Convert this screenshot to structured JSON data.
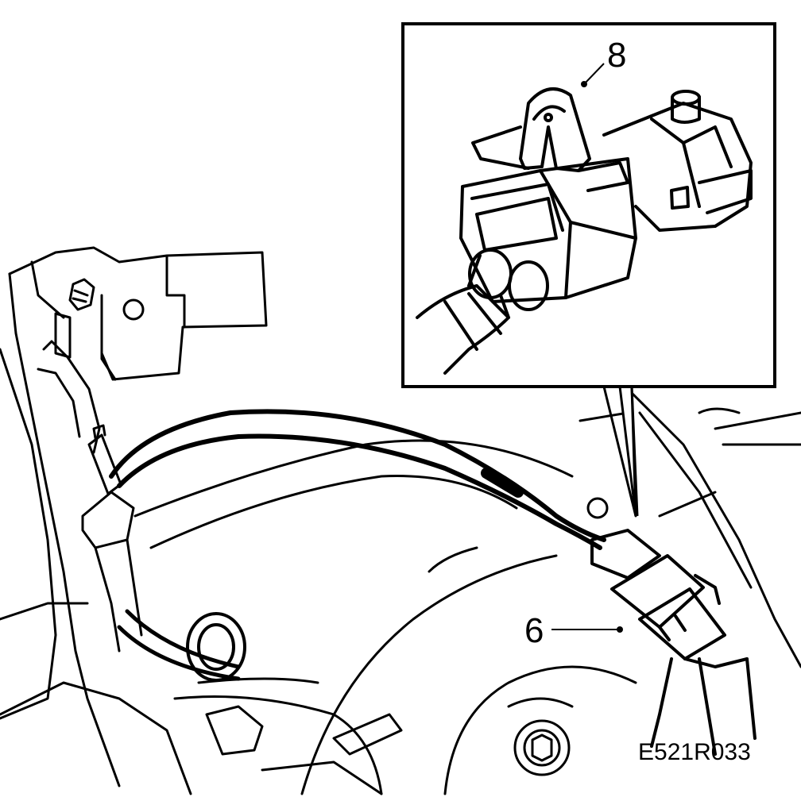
{
  "diagram": {
    "figure_code": "E521R033",
    "callouts": [
      {
        "id": "8",
        "label": "8"
      },
      {
        "id": "6",
        "label": "6"
      }
    ],
    "colors": {
      "ink": "#000000",
      "paper": "#ffffff"
    }
  }
}
